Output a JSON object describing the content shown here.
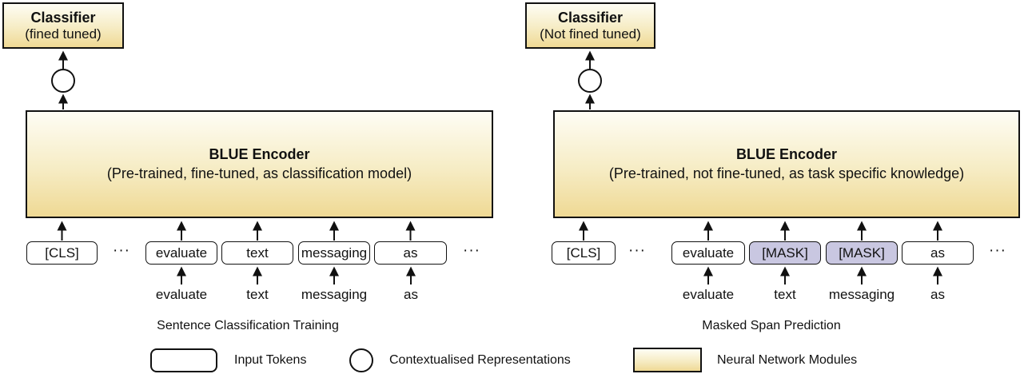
{
  "diagrams": [
    {
      "classifier": {
        "title": "Classifier",
        "subtitle": "(fined tuned)"
      },
      "encoder": {
        "title": "BLUE Encoder",
        "subtitle": "(Pre-trained, fine-tuned, as classification model)"
      },
      "tokens": [
        {
          "label": "[CLS]",
          "masked": false
        },
        {
          "label": "evaluate",
          "masked": false
        },
        {
          "label": "text",
          "masked": false
        },
        {
          "label": "messaging",
          "masked": false
        },
        {
          "label": "as",
          "masked": false
        }
      ],
      "ellipsis_left": "···",
      "ellipsis_right": "···",
      "input_words": [
        "evaluate",
        "text",
        "messaging",
        "as"
      ],
      "caption": "Sentence Classification Training"
    },
    {
      "classifier": {
        "title": "Classifier",
        "subtitle": "(Not fined tuned)"
      },
      "encoder": {
        "title": "BLUE Encoder",
        "subtitle": "(Pre-trained, not fine-tuned, as task specific knowledge)"
      },
      "tokens": [
        {
          "label": "[CLS]",
          "masked": false
        },
        {
          "label": "evaluate",
          "masked": false
        },
        {
          "label": "[MASK]",
          "masked": true
        },
        {
          "label": "[MASK]",
          "masked": true
        },
        {
          "label": "as",
          "masked": false
        }
      ],
      "ellipsis_left": "···",
      "ellipsis_right": "···",
      "input_words": [
        "evaluate",
        "text",
        "messaging",
        "as"
      ],
      "caption": "Masked Span Prediction"
    }
  ],
  "legend": {
    "input_tokens_label": "Input Tokens",
    "contextualised_label": "Contextualised Representations",
    "modules_label": "Neural Network Modules"
  },
  "colors": {
    "module_gradient_top": "#fefdf4",
    "module_gradient_bottom": "#efd994",
    "mask_fill": "#c9c7e1",
    "border": "#111111"
  }
}
